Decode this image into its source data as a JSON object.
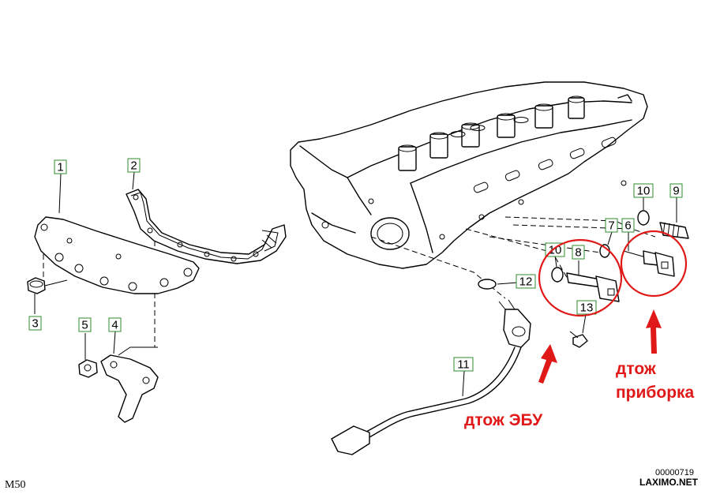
{
  "diagram": {
    "callouts": [
      {
        "id": "1",
        "label": "1"
      },
      {
        "id": "2",
        "label": "2"
      },
      {
        "id": "3",
        "label": "3"
      },
      {
        "id": "4",
        "label": "4"
      },
      {
        "id": "5",
        "label": "5"
      },
      {
        "id": "6",
        "label": "6"
      },
      {
        "id": "7",
        "label": "7"
      },
      {
        "id": "8",
        "label": "8"
      },
      {
        "id": "9",
        "label": "9"
      },
      {
        "id": "10a",
        "label": "10"
      },
      {
        "id": "10b",
        "label": "10"
      },
      {
        "id": "11",
        "label": "11"
      },
      {
        "id": "12",
        "label": "12"
      },
      {
        "id": "13",
        "label": "13"
      }
    ],
    "annotations": {
      "ecu_sensor": "дтож ЭБУ",
      "gauge_sensor_line1": "дтож",
      "gauge_sensor_line2": "приборка"
    },
    "highlight_color": "#e01818",
    "callout_border_color": "#2e8b2e"
  },
  "footer": {
    "model": "M50",
    "diagram_number": "00000719",
    "brand": "LAXIMO.NET"
  }
}
